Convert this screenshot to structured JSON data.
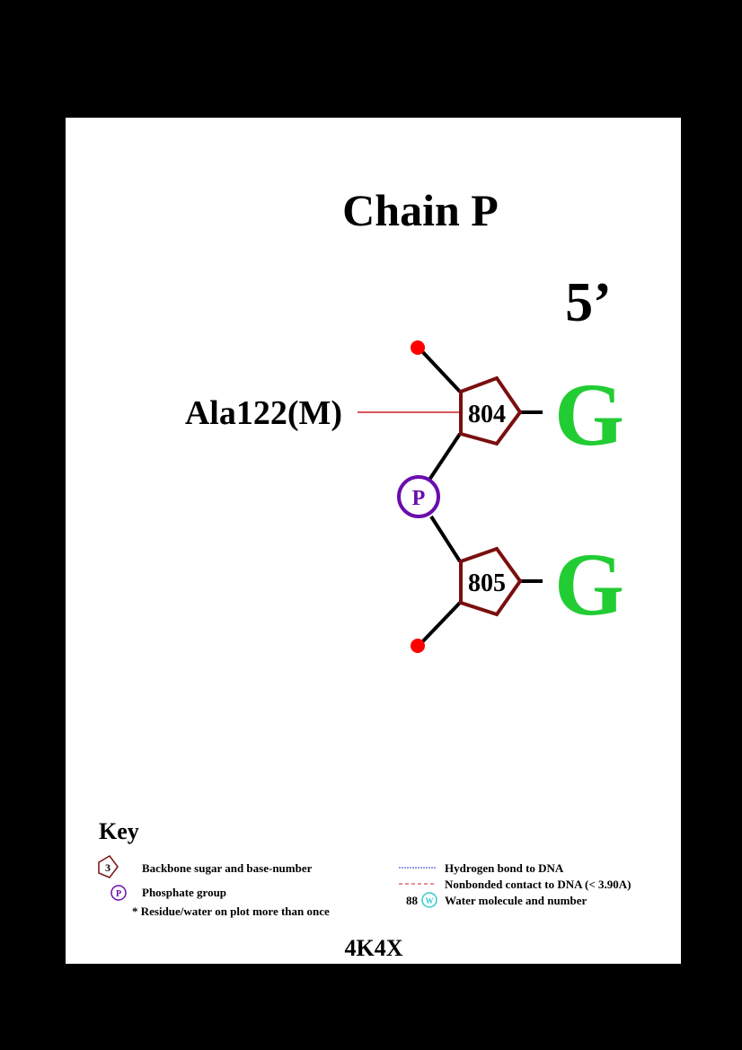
{
  "title": "Chain P",
  "strand_end_label": "5’",
  "contact": {
    "residue": "Ala122(M)",
    "type": "nonbonded",
    "nucleotide": "804"
  },
  "nucleotides": [
    {
      "number": "804",
      "base": "G"
    },
    {
      "number": "805",
      "base": "G"
    }
  ],
  "phosphate_label": "P",
  "key": {
    "heading": "Key",
    "sugar_example_number": "3",
    "sugar_label": "Backbone sugar and base-number",
    "phosphate_example": "P",
    "phosphate_label": "Phosphate group",
    "multiple_note": "* Residue/water on plot more than once",
    "hbond_label": "Hydrogen bond to DNA",
    "nonbonded_label": "Nonbonded contact to DNA (< 3.90A)",
    "water_number": "88",
    "water_symbol": "W",
    "water_label": "Water molecule and number"
  },
  "pdb_id": "4K4X",
  "colors": {
    "sugar": "#7a0f0f",
    "base": "#22cc33",
    "phosphate": "#6a0dad",
    "backbone": "#000000",
    "terminal_oxygen": "#ff0000",
    "nonbonded": "#cc2222",
    "hbond": "#3333cc",
    "water": "#33cccc"
  }
}
